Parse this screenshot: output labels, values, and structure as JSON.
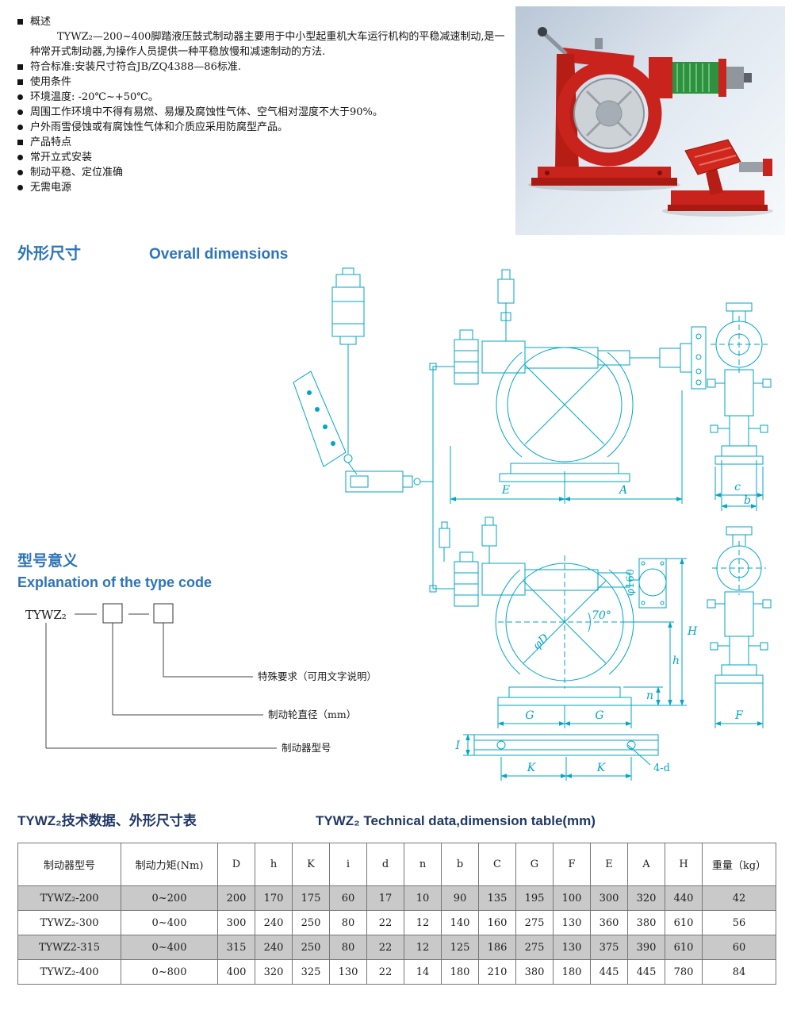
{
  "overview": {
    "items": [
      {
        "text": "概述"
      },
      {
        "text": "TYWZ₂—200~400脚踏液压鼓式制动器主要用于中小型起重机大车运行机构的平稳减速制动,是一种常开式制动器,为操作人员提供一种平稳放慢和减速制动的方法."
      },
      {
        "text": "符合标准:安装尺寸符合JB/ZQ4388—86标准."
      },
      {
        "text": "使用条件"
      },
      {
        "text": "环境温度: -20℃~+50℃。"
      },
      {
        "text": "周围工作环境中不得有易燃、易爆及腐蚀性气体、空气相对湿度不大于90%。"
      },
      {
        "text": "户外雨雪侵蚀或有腐蚀性气体和介质应采用防腐型产品。"
      },
      {
        "text": "产品特点"
      },
      {
        "text": "常开立式安装"
      },
      {
        "text": "制动平稳、定位准确"
      },
      {
        "text": "无需电源"
      }
    ]
  },
  "sections": {
    "dimensions": {
      "zh": "外形尺寸",
      "en": "Overall dimensions"
    },
    "typecode": {
      "zh": "型号意义",
      "en": "Explanation of the type code"
    },
    "table": {
      "zh": "TYWZ₂技术数据、外形尺寸表",
      "en": "TYWZ₂ Technical data,dimension table(mm)"
    }
  },
  "typecode": {
    "prefix": "TYWZ₂",
    "labels": {
      "special": "特殊要求（可用文字说明）",
      "diameter": "制动轮直径（mm）",
      "model": "制动器型号"
    }
  },
  "drawing": {
    "labels": {
      "E": "E",
      "A": "A",
      "c": "c",
      "b": "b",
      "phi160": "φ160",
      "H": "H",
      "phiD": "φD",
      "deg70": "70°",
      "n": "n",
      "h": "h",
      "G1": "G",
      "G2": "G",
      "F": "F",
      "I": "I",
      "K1": "K",
      "K2": "K",
      "fourD": "4-d"
    }
  },
  "table": {
    "headers": [
      "制动器型号",
      "制动力矩(Nm)",
      "D",
      "h",
      "K",
      "i",
      "d",
      "n",
      "b",
      "C",
      "G",
      "F",
      "E",
      "A",
      "H",
      "重量（kg）"
    ],
    "rows": [
      [
        "TYWZ₂-200",
        "0~200",
        "200",
        "170",
        "175",
        "60",
        "17",
        "10",
        "90",
        "135",
        "195",
        "100",
        "300",
        "320",
        "440",
        "42"
      ],
      [
        "TYWZ₂-300",
        "0~400",
        "300",
        "240",
        "250",
        "80",
        "22",
        "12",
        "140",
        "160",
        "275",
        "130",
        "360",
        "380",
        "610",
        "56"
      ],
      [
        "TYWZ2-315",
        "0~400",
        "315",
        "240",
        "250",
        "80",
        "22",
        "12",
        "125",
        "186",
        "275",
        "130",
        "375",
        "390",
        "610",
        "60"
      ],
      [
        "TYWZ₂-400",
        "0~800",
        "400",
        "320",
        "325",
        "130",
        "22",
        "14",
        "180",
        "210",
        "380",
        "180",
        "445",
        "445",
        "780",
        "84"
      ]
    ]
  },
  "colors": {
    "heading_blue": "#2e74b8",
    "table_title_navy": "#203764",
    "cad_cyan": "#00a6c6",
    "row_shade_grey": "#c9c9c9",
    "machine_red": "#c8231c"
  }
}
